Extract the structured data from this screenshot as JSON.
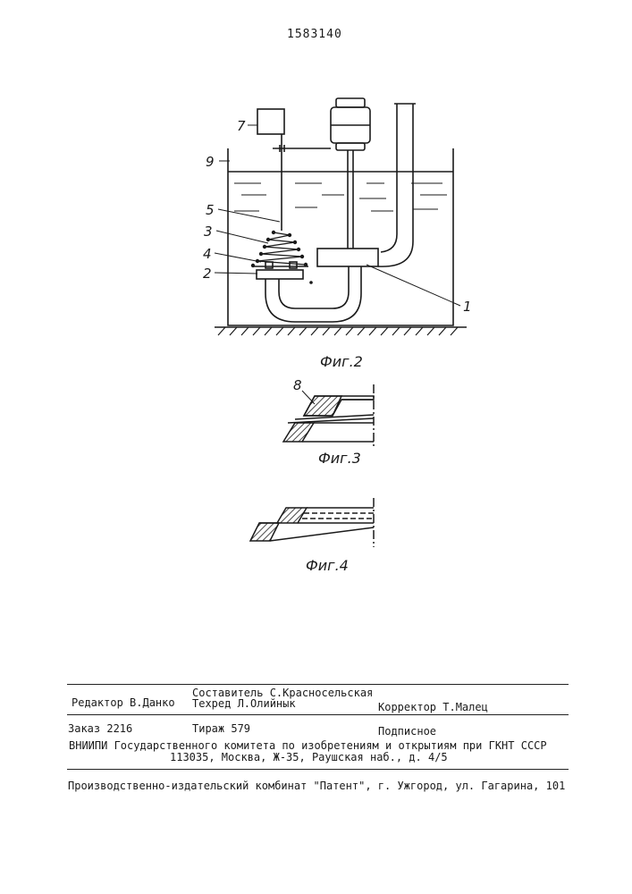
{
  "document": {
    "patent_number": "1583140"
  },
  "figures": {
    "fig2": {
      "caption": "Фиг.2",
      "labels": {
        "l1": "1",
        "l2": "2",
        "l3": "3",
        "l4": "4",
        "l5": "5",
        "l7": "7",
        "l9": "9"
      }
    },
    "fig3": {
      "caption": "Фиг.3",
      "labels": {
        "l8": "8"
      }
    },
    "fig4": {
      "caption": "Фиг.4"
    }
  },
  "footer": {
    "editor": "Редактор В.Данко",
    "compiler": "Составитель С.Красносельская",
    "techred": "Техред Л.Олийнык",
    "corrector": "Корректор Т.Малец",
    "order": "Заказ 2216",
    "circulation": "Тираж 579",
    "subscription": "Подписное",
    "org_line": "ВНИИПИ Государственного комитета по изобретениям и открытиям при ГКНТ СССР",
    "address": "113035, Москва, Ж-35, Раушская наб., д. 4/5",
    "publisher": "Производственно-издательский комбинат \"Патент\", г. Ужгород, ул. Гагарина, 101"
  }
}
